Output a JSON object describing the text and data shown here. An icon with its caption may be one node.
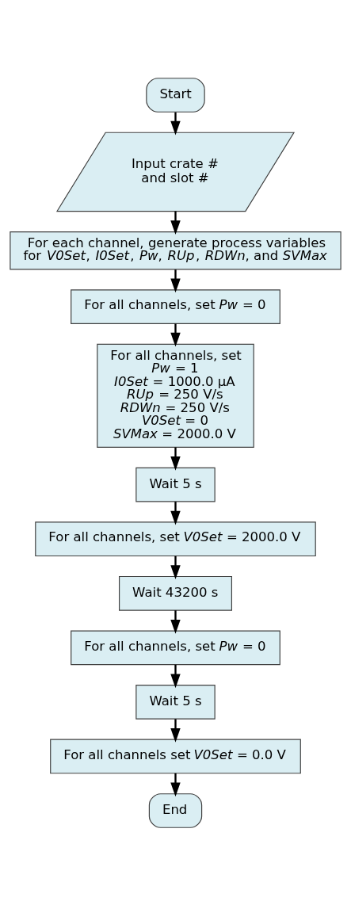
{
  "diagram": {
    "nodes": [
      {
        "text": [
          "Start"
        ]
      },
      {
        "text": [
          "Input crate # and slot #"
        ]
      },
      {
        "text": [
          "For each channel, generate process variables for *V0Set*, *I0Set*, *Pw*, *RUp*, *RDWn*, and *SVMax*"
        ]
      },
      {
        "text": [
          "For all channels, set *Pw* = 0"
        ]
      },
      {
        "text": [
          "For all channels, set",
          "*Pw* = 1",
          "*I0Set* = 1000.0 µA",
          "*RUp* = 250 V/s",
          "*RDWn* = 250 V/s",
          "*V0Set* = 0",
          "*SVMax* = 2000.0 V"
        ]
      },
      {
        "text": [
          "Wait 5 s"
        ]
      },
      {
        "text": [
          "For all channels, set *V0Set* = 2000.0 V"
        ]
      },
      {
        "text": [
          "Wait 43200 s"
        ]
      },
      {
        "text": [
          "For all channels, set *Pw* = 0"
        ]
      },
      {
        "text": [
          "Wait 5 s"
        ]
      },
      {
        "text": [
          "For all channels set *V0Set* = 0.0 V"
        ]
      },
      {
        "text": [
          "End"
        ]
      }
    ],
    "edges": [
      {
        "from": 0,
        "to": 1,
        "arrow": "to"
      },
      {
        "from": 1,
        "to": 2,
        "arrow": "to"
      },
      {
        "from": 2,
        "to": 3,
        "arrow": "to"
      },
      {
        "from": 3,
        "to": 4,
        "arrow": "to"
      },
      {
        "from": 4,
        "to": 5,
        "arrow": "to"
      },
      {
        "from": 5,
        "to": 6,
        "arrow": "to"
      },
      {
        "from": 6,
        "to": 7,
        "arrow": "to"
      },
      {
        "from": 7,
        "to": 8,
        "arrow": "to"
      },
      {
        "from": 8,
        "to": 9,
        "arrow": "to"
      },
      {
        "from": 9,
        "to": 10,
        "arrow": "to"
      },
      {
        "from": 10,
        "to": 11,
        "arrow": "to"
      }
    ]
  }
}
